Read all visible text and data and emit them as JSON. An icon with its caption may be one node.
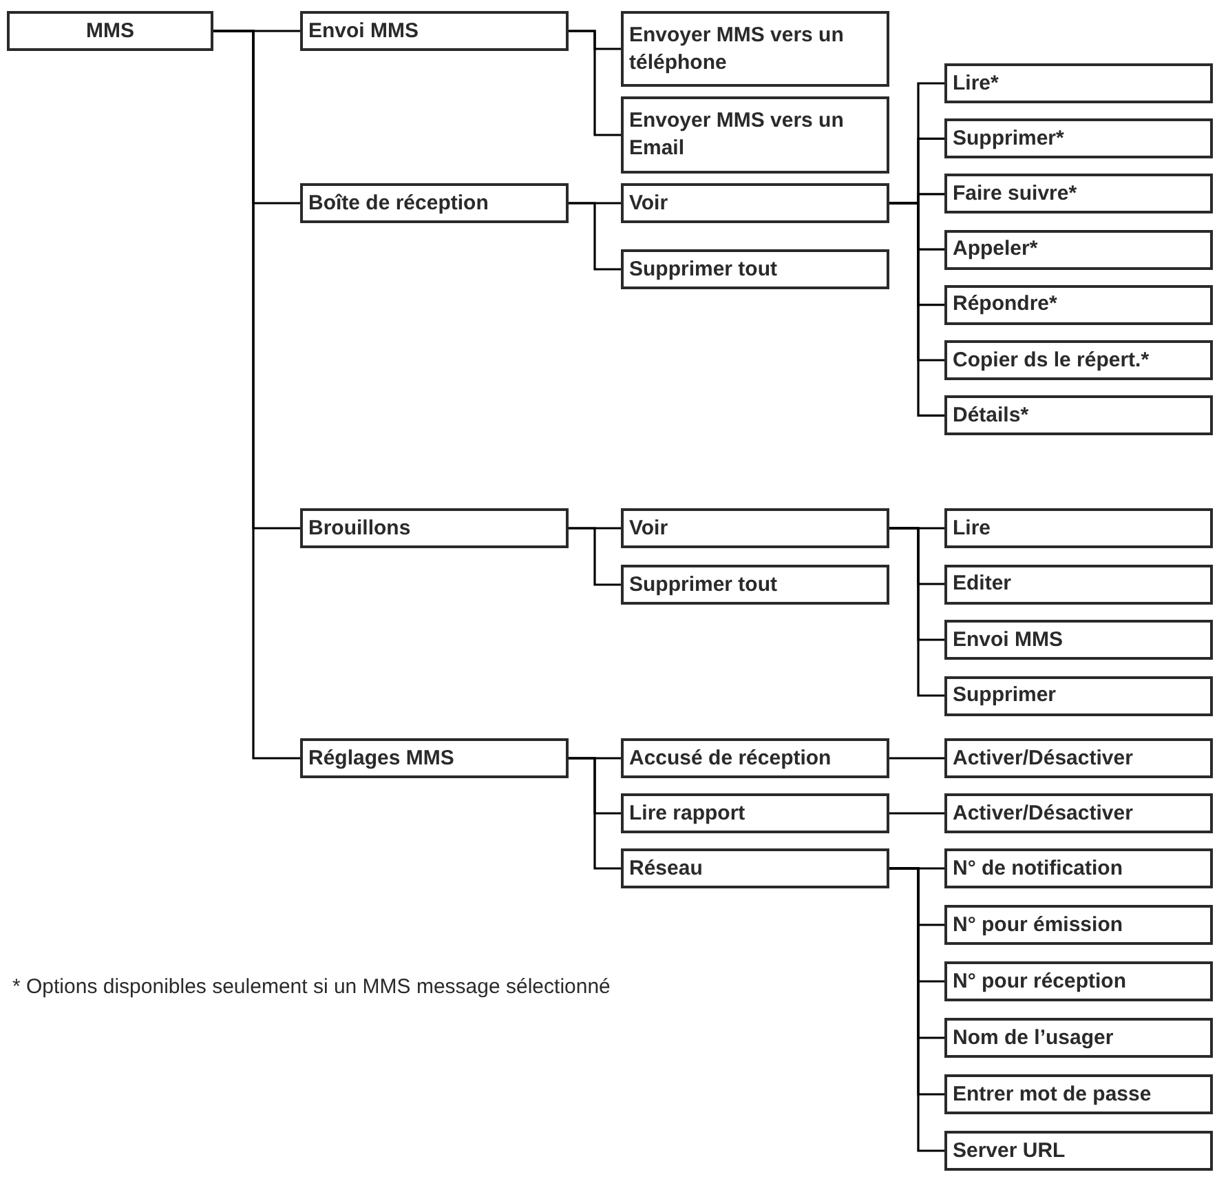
{
  "diagram": {
    "nodes": [
      {
        "text": [
          "MMS"
        ]
      },
      {
        "text": [
          "Envoi MMS"
        ]
      },
      {
        "text": [
          "Envoyer MMS vers un téléphone"
        ]
      },
      {
        "text": [
          "Envoyer MMS vers un Email"
        ]
      },
      {
        "text": [
          "Boîte de réception"
        ]
      },
      {
        "text": [
          "Voir"
        ]
      },
      {
        "text": [
          "Supprimer tout"
        ]
      },
      {
        "text": [
          "Lire*"
        ]
      },
      {
        "text": [
          "Supprimer*"
        ]
      },
      {
        "text": [
          "Faire suivre*"
        ]
      },
      {
        "text": [
          "Appeler*"
        ]
      },
      {
        "text": [
          "Répondre*"
        ]
      },
      {
        "text": [
          "Copier ds le répert.*"
        ]
      },
      {
        "text": [
          "Détails*"
        ]
      },
      {
        "text": [
          "Brouillons"
        ]
      },
      {
        "text": [
          "Voir"
        ]
      },
      {
        "text": [
          "Supprimer tout"
        ]
      },
      {
        "text": [
          "Lire"
        ]
      },
      {
        "text": [
          "Editer"
        ]
      },
      {
        "text": [
          "Envoi MMS"
        ]
      },
      {
        "text": [
          "Supprimer"
        ]
      },
      {
        "text": [
          "Réglages MMS"
        ]
      },
      {
        "text": [
          "Accusé de réception"
        ]
      },
      {
        "text": [
          "Activer/Désactiver"
        ]
      },
      {
        "text": [
          "Lire rapport"
        ]
      },
      {
        "text": [
          "Activer/Désactiver"
        ]
      },
      {
        "text": [
          "Réseau"
        ]
      },
      {
        "text": [
          "N° de notification"
        ]
      },
      {
        "text": [
          "N° pour émission"
        ]
      },
      {
        "text": [
          "N° pour réception"
        ]
      },
      {
        "text": [
          "Nom de l’usager"
        ]
      },
      {
        "text": [
          "Entrer mot de passe"
        ]
      },
      {
        "text": [
          "Server URL"
        ]
      }
    ],
    "edges": [
      {
        "from": 0,
        "to": 1,
        "arrow": "none"
      },
      {
        "from": 0,
        "to": 4,
        "arrow": "none"
      },
      {
        "from": 0,
        "to": 14,
        "arrow": "none"
      },
      {
        "from": 0,
        "to": 21,
        "arrow": "none"
      },
      {
        "from": 1,
        "to": 2,
        "arrow": "none"
      },
      {
        "from": 1,
        "to": 3,
        "arrow": "none"
      },
      {
        "from": 4,
        "to": 5,
        "arrow": "none"
      },
      {
        "from": 4,
        "to": 6,
        "arrow": "none"
      },
      {
        "from": 5,
        "to": 7,
        "arrow": "none"
      },
      {
        "from": 5,
        "to": 8,
        "arrow": "none"
      },
      {
        "from": 5,
        "to": 9,
        "arrow": "none"
      },
      {
        "from": 5,
        "to": 10,
        "arrow": "none"
      },
      {
        "from": 5,
        "to": 11,
        "arrow": "none"
      },
      {
        "from": 5,
        "to": 12,
        "arrow": "none"
      },
      {
        "from": 5,
        "to": 13,
        "arrow": "none"
      },
      {
        "from": 14,
        "to": 15,
        "arrow": "none"
      },
      {
        "from": 14,
        "to": 16,
        "arrow": "none"
      },
      {
        "from": 15,
        "to": 17,
        "arrow": "none"
      },
      {
        "from": 15,
        "to": 18,
        "arrow": "none"
      },
      {
        "from": 15,
        "to": 19,
        "arrow": "none"
      },
      {
        "from": 15,
        "to": 20,
        "arrow": "none"
      },
      {
        "from": 21,
        "to": 22,
        "arrow": "none"
      },
      {
        "from": 21,
        "to": 24,
        "arrow": "none"
      },
      {
        "from": 21,
        "to": 26,
        "arrow": "none"
      },
      {
        "from": 22,
        "to": 23,
        "arrow": "none"
      },
      {
        "from": 24,
        "to": 25,
        "arrow": "none"
      },
      {
        "from": 26,
        "to": 27,
        "arrow": "none"
      },
      {
        "from": 26,
        "to": 28,
        "arrow": "none"
      },
      {
        "from": 26,
        "to": 29,
        "arrow": "none"
      },
      {
        "from": 26,
        "to": 30,
        "arrow": "none"
      },
      {
        "from": 26,
        "to": 31,
        "arrow": "none"
      },
      {
        "from": 26,
        "to": 32,
        "arrow": "none"
      }
    ],
    "labels": [
      "* Options disponibles seulement si un MMS message sélectionné"
    ]
  }
}
